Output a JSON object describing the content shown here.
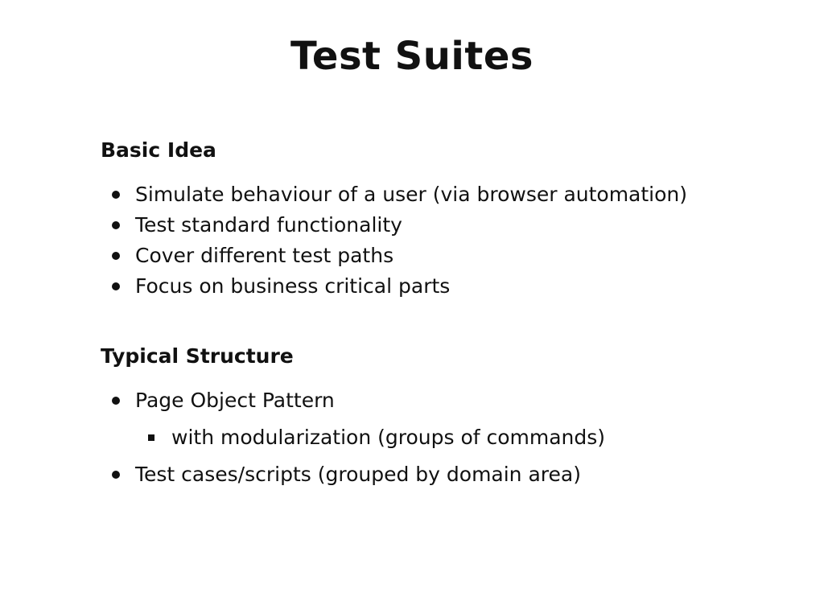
{
  "slide": {
    "title": "Test Suites",
    "sections": [
      {
        "heading": "Basic Idea",
        "items": [
          "Simulate behaviour of a user (via browser automation)",
          "Test standard functionality",
          "Cover different test paths",
          "Focus on business critical parts"
        ]
      },
      {
        "heading": "Typical Structure",
        "items": [
          "Page Object Pattern",
          "Test cases/scripts (grouped by domain area)"
        ],
        "sub_items": [
          "with modularization (groups of commands)"
        ]
      }
    ]
  }
}
